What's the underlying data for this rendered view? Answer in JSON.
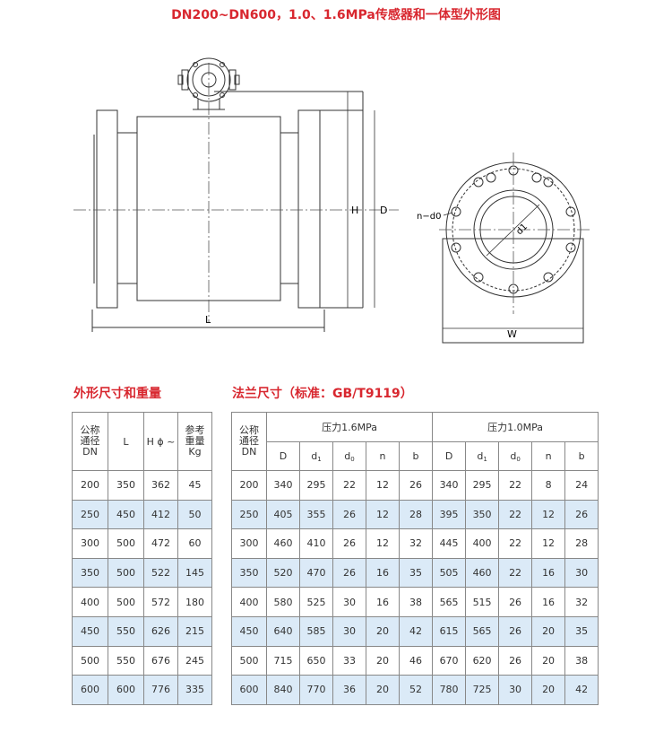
{
  "page_title": "DN200~DN600，1.0、1.6MPa传感器和一体型外形图",
  "drawing": {
    "side_view_labels": {
      "H": "H",
      "D": "D",
      "L": "L"
    },
    "end_view_labels": {
      "n_d0": "n−d0",
      "d1": "d1",
      "W": "W"
    }
  },
  "weights": {
    "title": "外形尺寸和重量",
    "headers": [
      "公称\n通径\nDN",
      "L",
      "H ϕ ~",
      "参考\n重量\nKg"
    ],
    "rows": [
      [
        "200",
        "350",
        "362",
        "45"
      ],
      [
        "250",
        "450",
        "412",
        "50"
      ],
      [
        "300",
        "500",
        "472",
        "60"
      ],
      [
        "350",
        "500",
        "522",
        "145"
      ],
      [
        "400",
        "500",
        "572",
        "180"
      ],
      [
        "450",
        "550",
        "626",
        "215"
      ],
      [
        "500",
        "550",
        "676",
        "245"
      ],
      [
        "600",
        "600",
        "776",
        "335"
      ]
    ]
  },
  "flange": {
    "title": "法兰尺寸（标准：GB/T9119）",
    "dn_header": "公称\n通径\nDN",
    "pressure_groups": [
      "压力1.6MPa",
      "压力1.0MPa"
    ],
    "sub_headers": [
      "D",
      "d",
      "d",
      "n",
      "b",
      "D",
      "d",
      "d",
      "n",
      "b"
    ],
    "sub_header_subscripts": [
      "",
      "1",
      "0",
      "",
      "",
      "",
      "1",
      "0",
      "",
      ""
    ],
    "rows": [
      [
        "200",
        "340",
        "295",
        "22",
        "12",
        "26",
        "340",
        "295",
        "22",
        "8",
        "24"
      ],
      [
        "250",
        "405",
        "355",
        "26",
        "12",
        "28",
        "395",
        "350",
        "22",
        "12",
        "26"
      ],
      [
        "300",
        "460",
        "410",
        "26",
        "12",
        "32",
        "445",
        "400",
        "22",
        "12",
        "28"
      ],
      [
        "350",
        "520",
        "470",
        "26",
        "16",
        "35",
        "505",
        "460",
        "22",
        "16",
        "30"
      ],
      [
        "400",
        "580",
        "525",
        "30",
        "16",
        "38",
        "565",
        "515",
        "26",
        "16",
        "32"
      ],
      [
        "450",
        "640",
        "585",
        "30",
        "20",
        "42",
        "615",
        "565",
        "26",
        "20",
        "35"
      ],
      [
        "500",
        "715",
        "650",
        "33",
        "20",
        "46",
        "670",
        "620",
        "26",
        "20",
        "38"
      ],
      [
        "600",
        "840",
        "770",
        "36",
        "20",
        "52",
        "780",
        "725",
        "30",
        "20",
        "42"
      ]
    ]
  }
}
